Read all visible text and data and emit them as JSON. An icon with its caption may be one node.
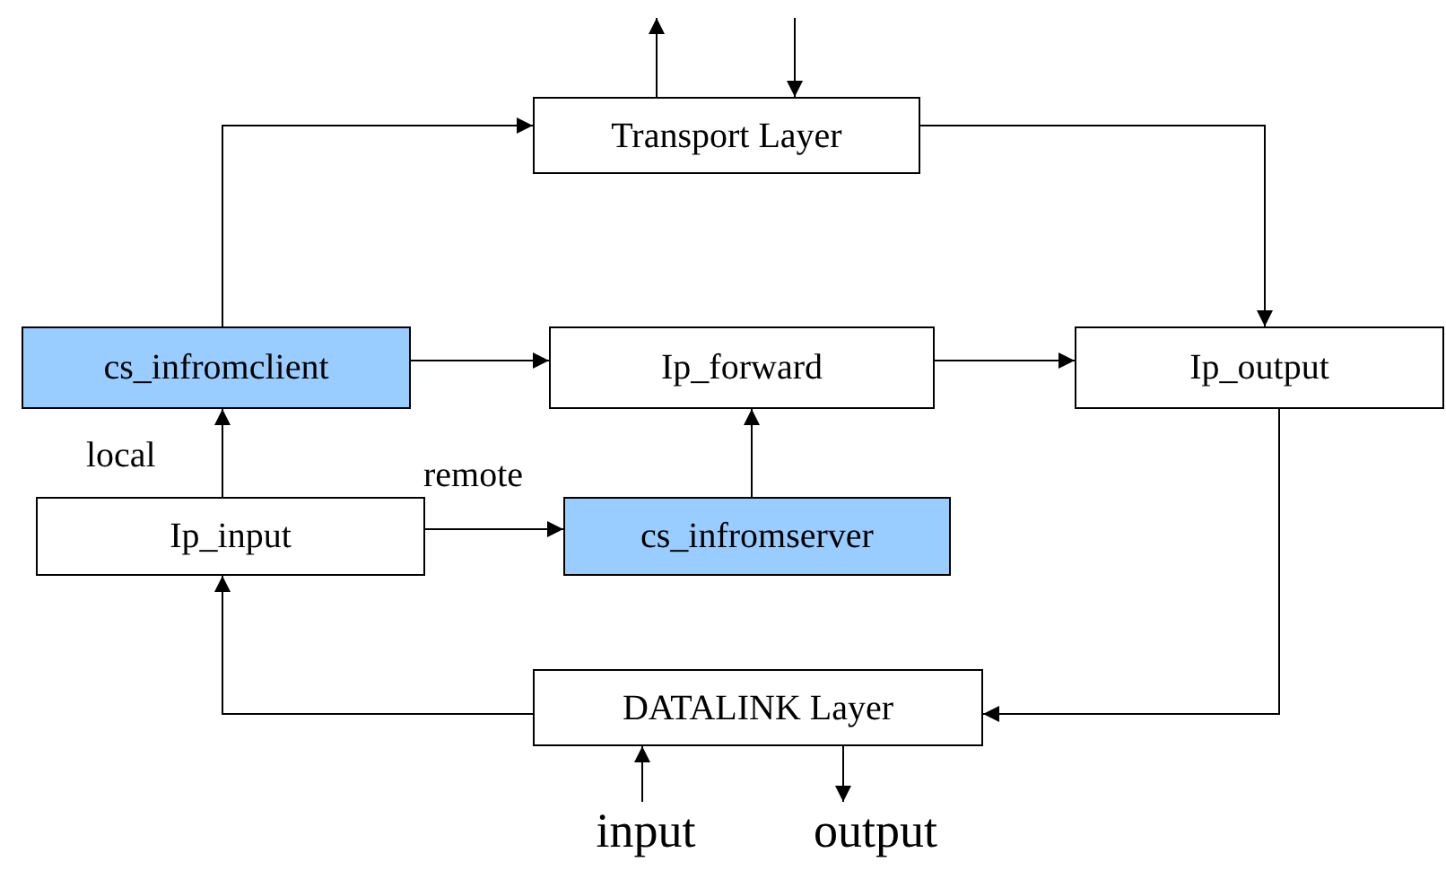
{
  "diagram": {
    "nodes": [
      {
        "text": [
          "Transport Layer"
        ]
      },
      {
        "text": [
          "cs_infromclient"
        ]
      },
      {
        "text": [
          "Ip_forward"
        ]
      },
      {
        "text": [
          "Ip_output"
        ]
      },
      {
        "text": [
          "Ip_input"
        ]
      },
      {
        "text": [
          "cs_infromserver"
        ]
      },
      {
        "text": [
          "DATALINK Layer"
        ]
      },
      {
        "text": [
          "input"
        ]
      },
      {
        "text": [
          "output"
        ]
      }
    ],
    "edges": [
      {
        "from": 0,
        "to": null,
        "arrow": "to"
      },
      {
        "from": null,
        "to": 0,
        "arrow": "to"
      },
      {
        "from": 1,
        "to": 0,
        "arrow": "to"
      },
      {
        "from": 0,
        "to": 3,
        "arrow": "to"
      },
      {
        "from": 1,
        "to": 2,
        "arrow": "to"
      },
      {
        "from": 2,
        "to": 3,
        "arrow": "to"
      },
      {
        "from": 4,
        "to": 1,
        "arrow": "to",
        "label": "local"
      },
      {
        "from": 4,
        "to": 5,
        "arrow": "to",
        "label": "remote"
      },
      {
        "from": 5,
        "to": 2,
        "arrow": "to"
      },
      {
        "from": 3,
        "to": 6,
        "arrow": "to"
      },
      {
        "from": 6,
        "to": 4,
        "arrow": "to"
      },
      {
        "from": 7,
        "to": 6,
        "arrow": "to"
      },
      {
        "from": 6,
        "to": 8,
        "arrow": "to"
      }
    ]
  }
}
